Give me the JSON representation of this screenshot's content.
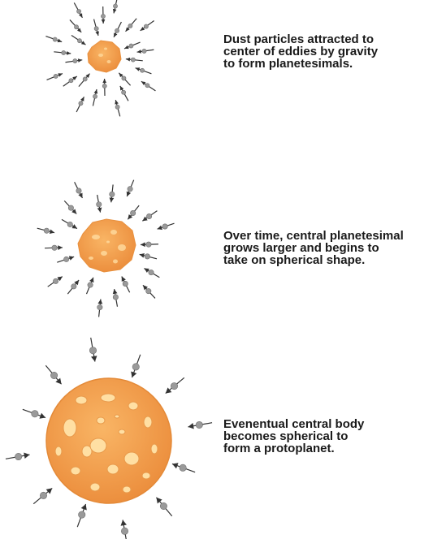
{
  "stages": [
    {
      "caption_lines": [
        "Dust particles attracted to",
        "center of eddies by gravity",
        "to form planetesimals."
      ]
    },
    {
      "caption_lines": [
        "Over time, central planetesimal",
        "grows larger and begins to",
        "take on spherical shape."
      ]
    },
    {
      "caption_lines": [
        "Evenentual central body",
        "becomes spherical to",
        "form a protoplanet."
      ]
    }
  ],
  "colors": {
    "body_fill": "#f4a04f",
    "body_edge": "#e48a38",
    "crater": "#ffe0a0",
    "particle": "#9a9a9a",
    "arrow": "#333333",
    "text": "#1a1a1a"
  }
}
